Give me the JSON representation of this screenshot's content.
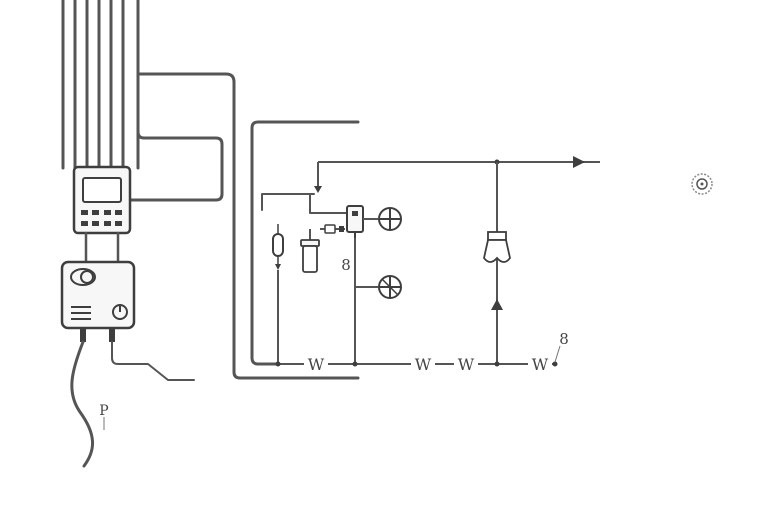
{
  "labels": {
    "upper_s": "8",
    "right_s": "8",
    "w1": "W",
    "w2": "W",
    "w3": "W",
    "w4": "W",
    "p": "P"
  },
  "colors": {
    "line": "#555555",
    "dark": "#3e3e3e",
    "light": "#8a8a8a",
    "background": "#ffffff",
    "device_fill": "#f7f7f7"
  },
  "icons": {
    "meter": "digital-meter-icon",
    "control_box": "control-box-icon",
    "valve": "valve-icon",
    "motor_a": "circle-cross-icon",
    "motor_b": "circle-cross-icon",
    "bulb": "bulb-icon",
    "filter": "filter-cylinder-icon",
    "lamp": "bell-lamp-icon",
    "target": "target-icon"
  }
}
